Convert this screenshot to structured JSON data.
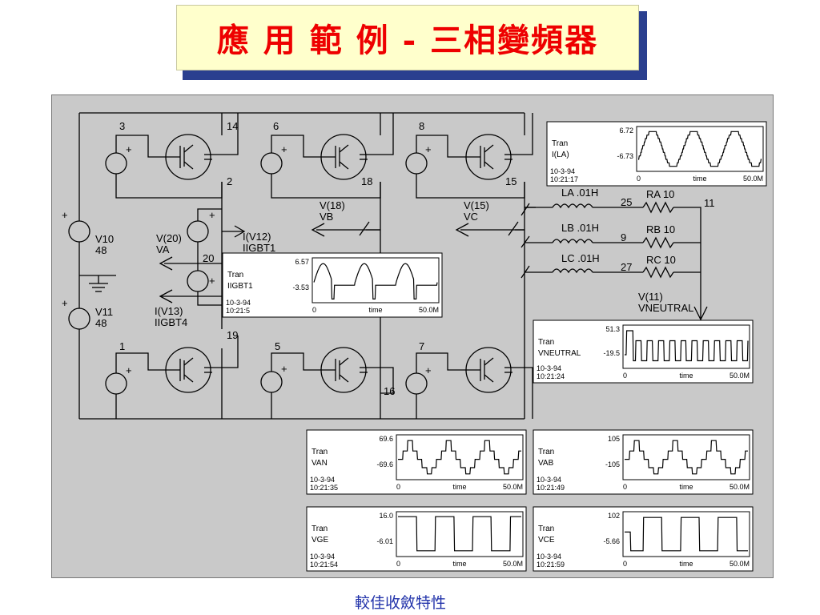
{
  "title": "應 用 範 例 - 三相變頻器",
  "caption": "較佳收斂特性",
  "circuit": {
    "node_labels": [
      "3",
      "14",
      "2",
      "6",
      "18",
      "8",
      "15",
      "20",
      "19",
      "1",
      "5",
      "16",
      "7",
      "25",
      "9",
      "27",
      "11"
    ],
    "source_labels": [
      "V10",
      "48",
      "V11",
      "48"
    ],
    "probe_labels": [
      "V(18)",
      "VB",
      "V(15)",
      "VC",
      "V(20)",
      "VA",
      "I(V12)",
      "IIGBT1",
      "I(V13)",
      "IIGBT4",
      "V(11)",
      "VNEUTRAL"
    ],
    "component_labels": [
      "LA .01H",
      "RA 10",
      "LB .01H",
      "RB 10",
      "LC .01H",
      "RC 10"
    ],
    "plus_signs": [
      "+",
      "+",
      "+",
      "+",
      "+",
      "+",
      "+",
      "+",
      "+",
      "+"
    ]
  },
  "chart_data": [
    {
      "type": "line",
      "analysis": "Tran",
      "signal": "I(LA)",
      "ymax_label": "6.72",
      "ymin_label": "-6.73",
      "date": "10-3-94",
      "time": "10:21:17",
      "x_start": "0",
      "xlabel": "time",
      "x_end": "50.0M",
      "waveform": "sine"
    },
    {
      "type": "line",
      "analysis": "Tran",
      "signal": "IIGBT1",
      "ymax_label": "6.57",
      "ymin_label": "-3.53",
      "date": "10-3-94",
      "time": "10:21:5",
      "x_start": "0",
      "xlabel": "time",
      "x_end": "50.0M",
      "waveform": "pulse"
    },
    {
      "type": "line",
      "analysis": "Tran",
      "signal": "VNEUTRAL",
      "ymax_label": "51.3",
      "ymin_label": "-19.5",
      "date": "10-3-94",
      "time": "10:21:24",
      "x_start": "0",
      "xlabel": "time",
      "x_end": "50.0M",
      "waveform": "square_fast"
    },
    {
      "type": "line",
      "analysis": "Tran",
      "signal": "VAN",
      "ymax_label": "69.6",
      "ymin_label": "-69.6",
      "date": "10-3-94",
      "time": "10:21:35",
      "x_start": "0",
      "xlabel": "time",
      "x_end": "50.0M",
      "waveform": "stepped"
    },
    {
      "type": "line",
      "analysis": "Tran",
      "signal": "VAB",
      "ymax_label": "105",
      "ymin_label": "-105",
      "date": "10-3-94",
      "time": "10:21:49",
      "x_start": "0",
      "xlabel": "time",
      "x_end": "50.0M",
      "waveform": "stepped"
    },
    {
      "type": "line",
      "analysis": "Tran",
      "signal": "VGE",
      "ymax_label": "16.0",
      "ymin_label": "-6.01",
      "date": "10-3-94",
      "time": "10:21:54",
      "x_start": "0",
      "xlabel": "time",
      "x_end": "50.0M",
      "waveform": "square"
    },
    {
      "type": "line",
      "analysis": "Tran",
      "signal": "VCE",
      "ymax_label": "102",
      "ymin_label": "-5.66",
      "date": "10-3-94",
      "time": "10:21:59",
      "x_start": "0",
      "xlabel": "time",
      "x_end": "50.0M",
      "waveform": "square_inv"
    }
  ]
}
